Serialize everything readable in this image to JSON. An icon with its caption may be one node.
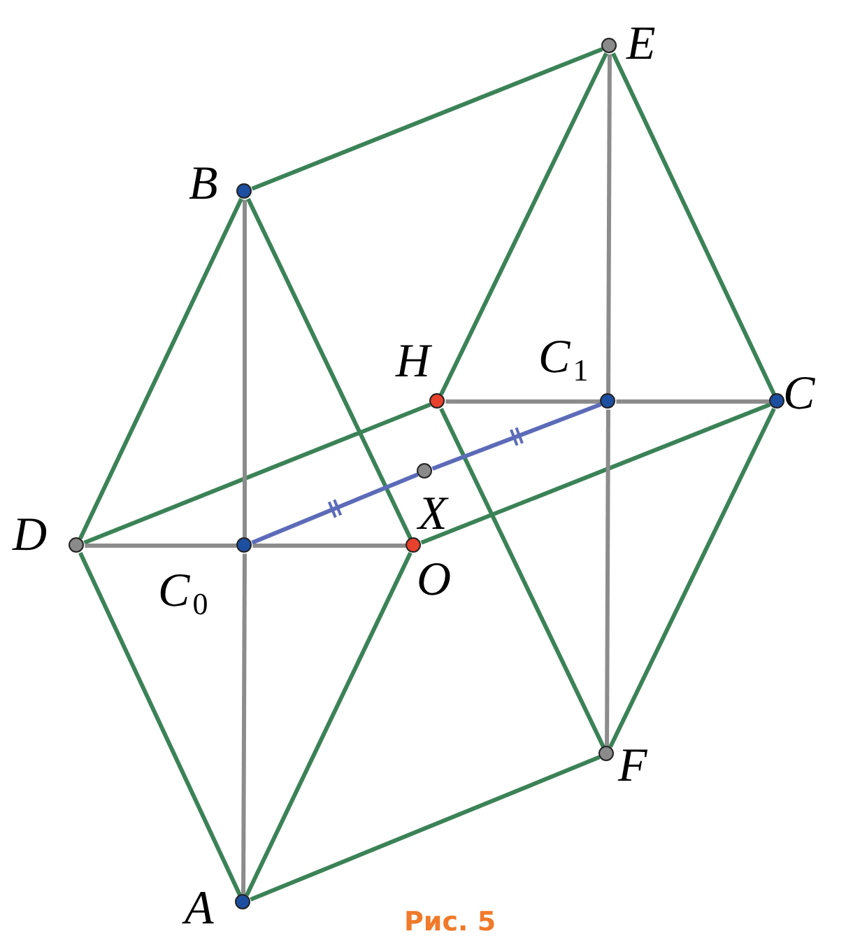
{
  "diagram": {
    "caption": "Рис. 5",
    "nodes": [
      {
        "text": [
          "E"
        ]
      },
      {
        "text": [
          "B"
        ]
      },
      {
        "text": [
          "H"
        ]
      },
      {
        "text": [
          "C$_{1}$"
        ]
      },
      {
        "text": [
          "C"
        ]
      },
      {
        "text": [
          "X"
        ]
      },
      {
        "text": [
          "D"
        ]
      },
      {
        "text": [
          "C$_{0}$"
        ]
      },
      {
        "text": [
          "O"
        ]
      },
      {
        "text": [
          "F"
        ]
      },
      {
        "text": [
          "A"
        ]
      }
    ],
    "edges": [
      {
        "from": 1,
        "to": 0,
        "arrow": "none"
      },
      {
        "from": 0,
        "to": 4,
        "arrow": "none"
      },
      {
        "from": 4,
        "to": 9,
        "arrow": "none"
      },
      {
        "from": 9,
        "to": 10,
        "arrow": "none"
      },
      {
        "from": 10,
        "to": 6,
        "arrow": "none"
      },
      {
        "from": 6,
        "to": 1,
        "arrow": "none"
      },
      {
        "from": 1,
        "to": 8,
        "arrow": "none"
      },
      {
        "from": 8,
        "to": 10,
        "arrow": "none"
      },
      {
        "from": 0,
        "to": 2,
        "arrow": "none"
      },
      {
        "from": 2,
        "to": 9,
        "arrow": "none"
      },
      {
        "from": 6,
        "to": 2,
        "arrow": "none"
      },
      {
        "from": 8,
        "to": 4,
        "arrow": "none"
      },
      {
        "from": 1,
        "to": 7,
        "arrow": "none",
        "color": "#8c8c8c"
      },
      {
        "from": 7,
        "to": 10,
        "arrow": "none",
        "color": "#8c8c8c"
      },
      {
        "from": 6,
        "to": 7,
        "arrow": "none",
        "color": "#8c8c8c"
      },
      {
        "from": 7,
        "to": 8,
        "arrow": "none",
        "color": "#8c8c8c"
      },
      {
        "from": 0,
        "to": 3,
        "arrow": "none",
        "color": "#8c8c8c"
      },
      {
        "from": 3,
        "to": 9,
        "arrow": "none",
        "color": "#8c8c8c"
      },
      {
        "from": 2,
        "to": 3,
        "arrow": "none",
        "color": "#8c8c8c"
      },
      {
        "from": 3,
        "to": 4,
        "arrow": "none",
        "color": "#8c8c8c"
      },
      {
        "from": 7,
        "to": 5,
        "arrow": "none",
        "color": "#5c6bb8"
      },
      {
        "from": 5,
        "to": 3,
        "arrow": "none",
        "color": "#5c6bb8"
      }
    ]
  }
}
